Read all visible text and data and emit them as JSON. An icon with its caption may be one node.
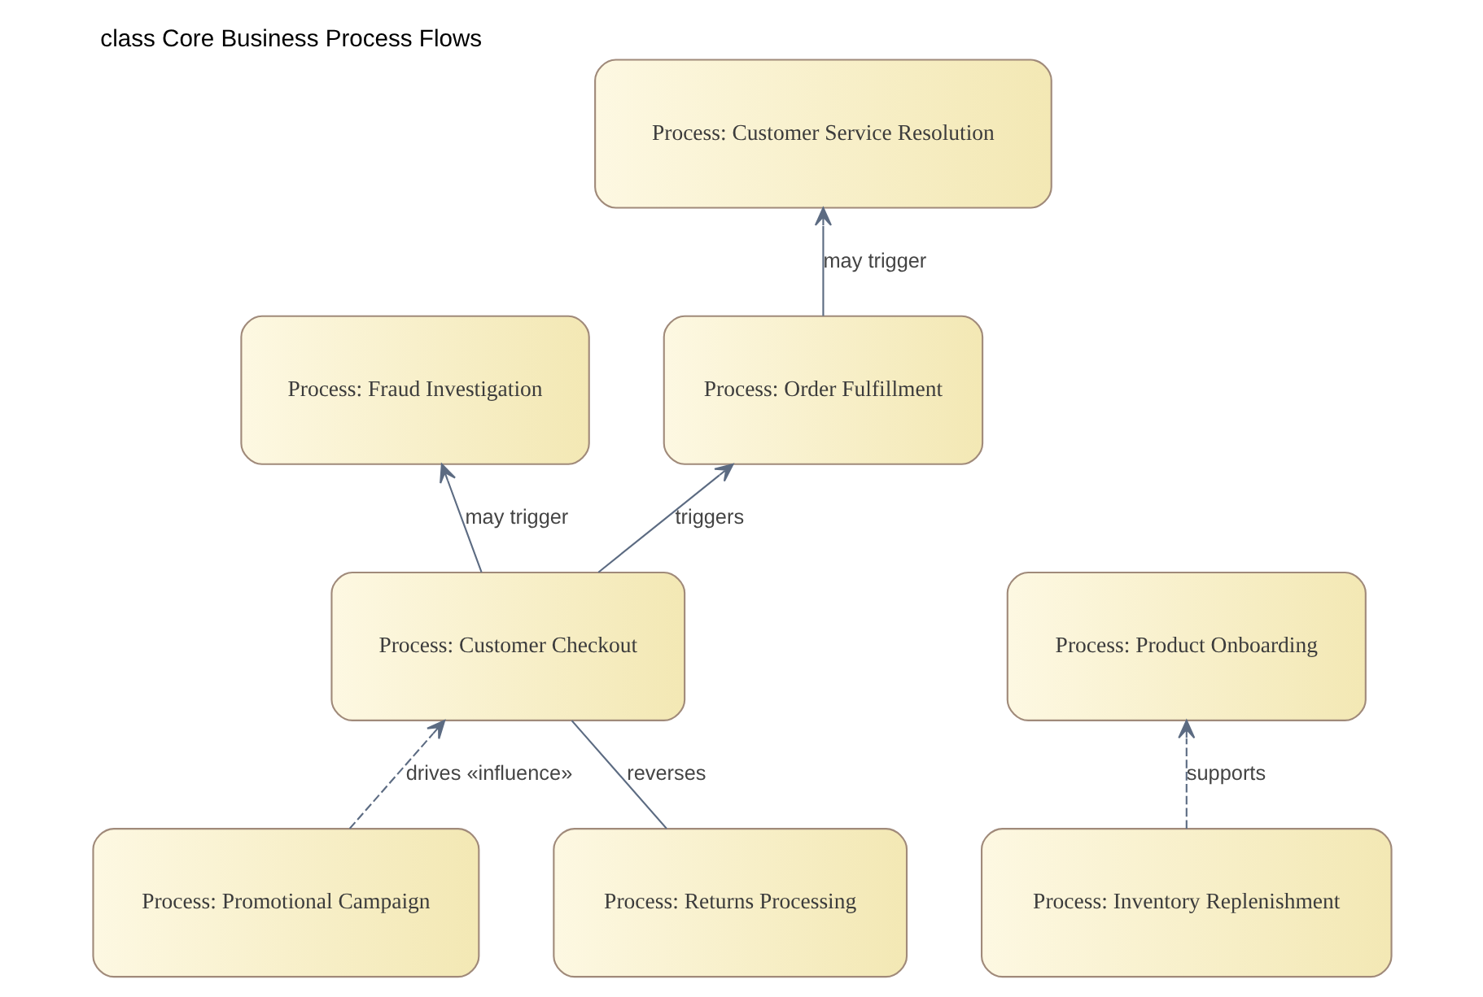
{
  "diagram": {
    "title": "class Core Business Process Flows",
    "nodes": [
      {
        "text": [
          "Process: Customer Service Resolution"
        ]
      },
      {
        "text": [
          "Process: Product Onboarding"
        ]
      },
      {
        "text": [
          "Process: Fraud Investigation"
        ]
      },
      {
        "text": [
          "Process: Order Fulfillment"
        ]
      },
      {
        "text": [
          "Process: Inventory Replenishment"
        ]
      },
      {
        "text": [
          "Process: Customer Checkout"
        ]
      },
      {
        "text": [
          "Process: Promotional Campaign"
        ]
      },
      {
        "text": [
          "Process: Returns Processing"
        ]
      }
    ],
    "edges": [
      {
        "from": 5,
        "to": 2,
        "arrow": "to",
        "label": "may trigger"
      },
      {
        "from": 5,
        "to": 3,
        "arrow": "to",
        "label": "triggers"
      },
      {
        "from": 3,
        "to": 0,
        "arrow": "to",
        "label": "may trigger"
      },
      {
        "from": 4,
        "to": 1,
        "arrow": "to",
        "label": "supports",
        "style": "dashed"
      },
      {
        "from": 6,
        "to": 5,
        "arrow": "to",
        "label": "drives «influence»",
        "style": "dashed"
      },
      {
        "from": 7,
        "to": 5,
        "arrow": "none",
        "label": "reverses"
      }
    ]
  }
}
